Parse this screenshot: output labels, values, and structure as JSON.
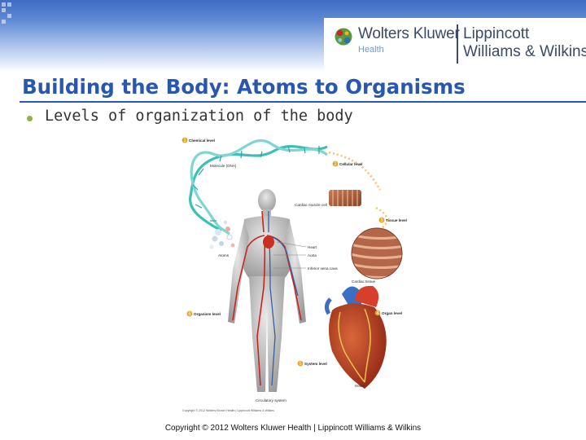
{
  "header": {
    "logo_wolters_kluwer": "Wolters Kluwer",
    "logo_health": "Health",
    "logo_lww_line1": "Lippincott",
    "logo_lww_line2": "Williams & Wilkins"
  },
  "slide": {
    "title": "Building the Body: Atoms to Organisms",
    "bullets": [
      "Levels of organization of the body"
    ]
  },
  "figure": {
    "labels": {
      "chemical_level": "Chemical level",
      "molecule_dna": "Molecule (DNA)",
      "atoms": "Atoms",
      "cellular_level": "Cellular level",
      "cardiac_muscle_cell": "Cardiac muscle cell",
      "tissue_level": "Tissue level",
      "cardiac_tissue": "Cardiac tissue",
      "heart": "Heart",
      "aorta": "Aorta",
      "inferior_vena_cava": "Inferior vena cava",
      "organism_level": "Organism level",
      "organ_level": "Organ level",
      "system_level": "System level",
      "circulatory_system": "Circulatory system",
      "heart_organ": "Heart"
    },
    "markers": [
      "1",
      "2",
      "3",
      "4",
      "5",
      "6"
    ],
    "copyright": "Copyright © 2012 Wolters Kluwer Health | Lippincott Williams & Wilkins"
  },
  "footer": {
    "copyright": "Copyright © 2012 Wolters Kluwer Health | Lippincott Williams & Wilkins"
  },
  "colors": {
    "title_blue": "#2957b0",
    "bullet_green": "#8fb43e",
    "header_blue": "#3f6bc2"
  }
}
